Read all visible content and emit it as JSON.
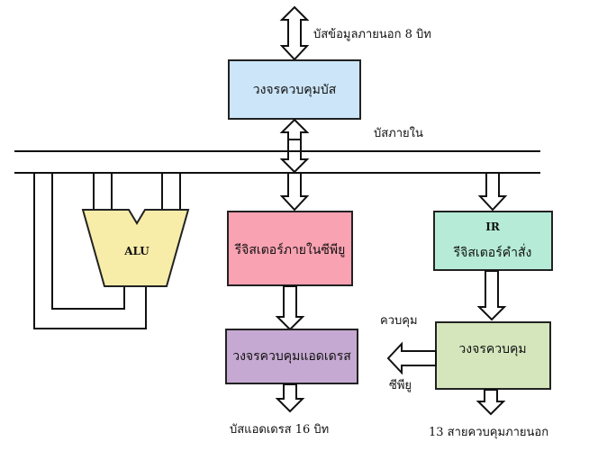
{
  "colors": {
    "bus_control": "#cce5f8",
    "alu": "#f7eca8",
    "cpu_registers": "#f9a2b2",
    "instruction_register": "#b6ecd7",
    "address_control": "#c6a9d2",
    "control_unit": "#d5e6bc"
  },
  "labels": {
    "external_data_bus": "บัสข้อมูลภายนอก 8 บิท",
    "internal_bus": "บัสภายใน",
    "control_cpu_line1": "ควบคุม",
    "control_cpu_line2": "ซีพียู",
    "address_bus": "บัสแอดเดรส 16 บิท",
    "external_control_lines": "13 สายควบคุมภายนอก"
  },
  "blocks": {
    "bus_control": "วงจรควบคุมบัส",
    "alu": "ALU",
    "cpu_registers": "รีจิสเตอร์ภายในซีพียู",
    "ir_abbrev": "IR",
    "ir_name": "รีจิสเตอร์คำสั่ง",
    "address_control": "วงจรควบคุมแอดเดรส",
    "control_unit": "วงจรควบคุม"
  }
}
